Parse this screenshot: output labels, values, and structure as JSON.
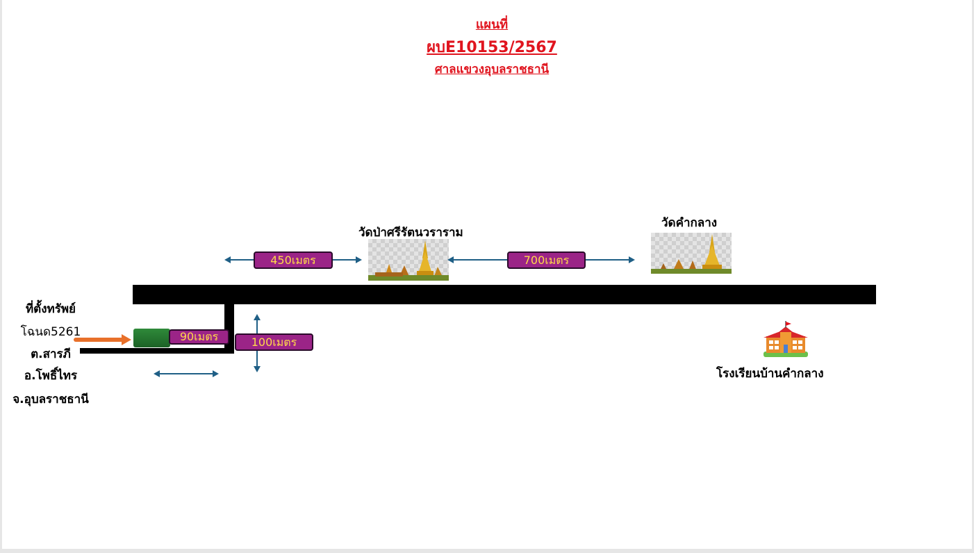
{
  "header": {
    "line1": "แผนที่",
    "line2": "ผบE10153/2567",
    "line3": "ศาลแขวงอุบลราชธานี"
  },
  "landmarks": {
    "temple_1": "วัดป่าศรีรัตนวราราม",
    "temple_2": "วัดคำกลาง",
    "school": "โรงเรียนบ้านคำกลาง"
  },
  "distances": {
    "d450": "450เมตร",
    "d700": "700เมตร",
    "d90": "90เมตร",
    "d100": "100เมตร"
  },
  "property": {
    "line1": "ที่ตั้งทรัพย์",
    "line2": "โฉนด5261",
    "line3": "ต.สารภี",
    "line4": "อ.โพธิ์ไทร",
    "line5": "จ.อุบลราชธานี"
  },
  "colors": {
    "title": "#e0141e",
    "road": "#000000",
    "distance_box": "#9b2487",
    "distance_text": "#ffd84a",
    "arrow": "#1f5f86",
    "pointer_arrow": "#e8702a",
    "property_marker": "#2f8a3a"
  },
  "icons": [
    "temple-icon",
    "school-icon",
    "pointer-arrow-icon"
  ]
}
